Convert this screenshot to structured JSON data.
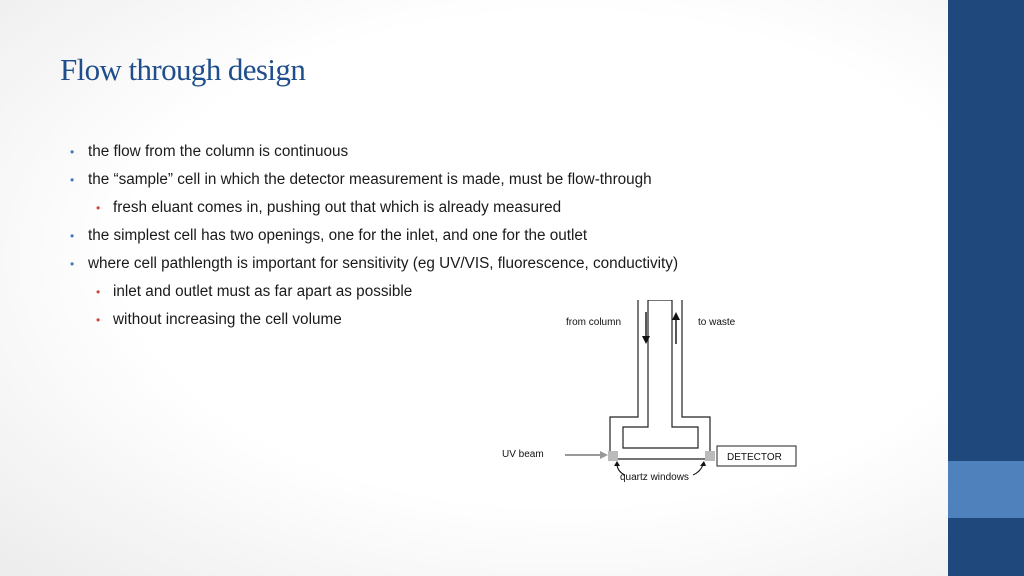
{
  "slide": {
    "title": "Flow through design",
    "bullets": [
      {
        "level": 1,
        "text": "the flow from the column is continuous"
      },
      {
        "level": 1,
        "text": "the “sample” cell in which the detector measurement is made, must be flow-through"
      },
      {
        "level": 2,
        "text": "fresh eluant comes in, pushing out that which is already measured"
      },
      {
        "level": 1,
        "text": "the simplest cell has two openings, one for the inlet, and one for the outlet"
      },
      {
        "level": 1,
        "text": "where cell pathlength is important for sensitivity (eg UV/VIS, fluorescence, conductivity)"
      },
      {
        "level": 2,
        "text": "inlet and outlet must as far apart as possible"
      },
      {
        "level": 2,
        "text": "without increasing the cell volume"
      }
    ]
  },
  "diagram": {
    "from_column": "from column",
    "to_waste": "to waste",
    "uv_beam": "UV beam",
    "detector": "DETECTOR",
    "quartz_windows": "quartz windows"
  },
  "colors": {
    "title": "#1f4e8c",
    "sidebar": "#1f497d",
    "sidebar_accent": "#4f81bd",
    "bullet_level1": "#3d7bbf",
    "bullet_level2": "#d0443a"
  }
}
